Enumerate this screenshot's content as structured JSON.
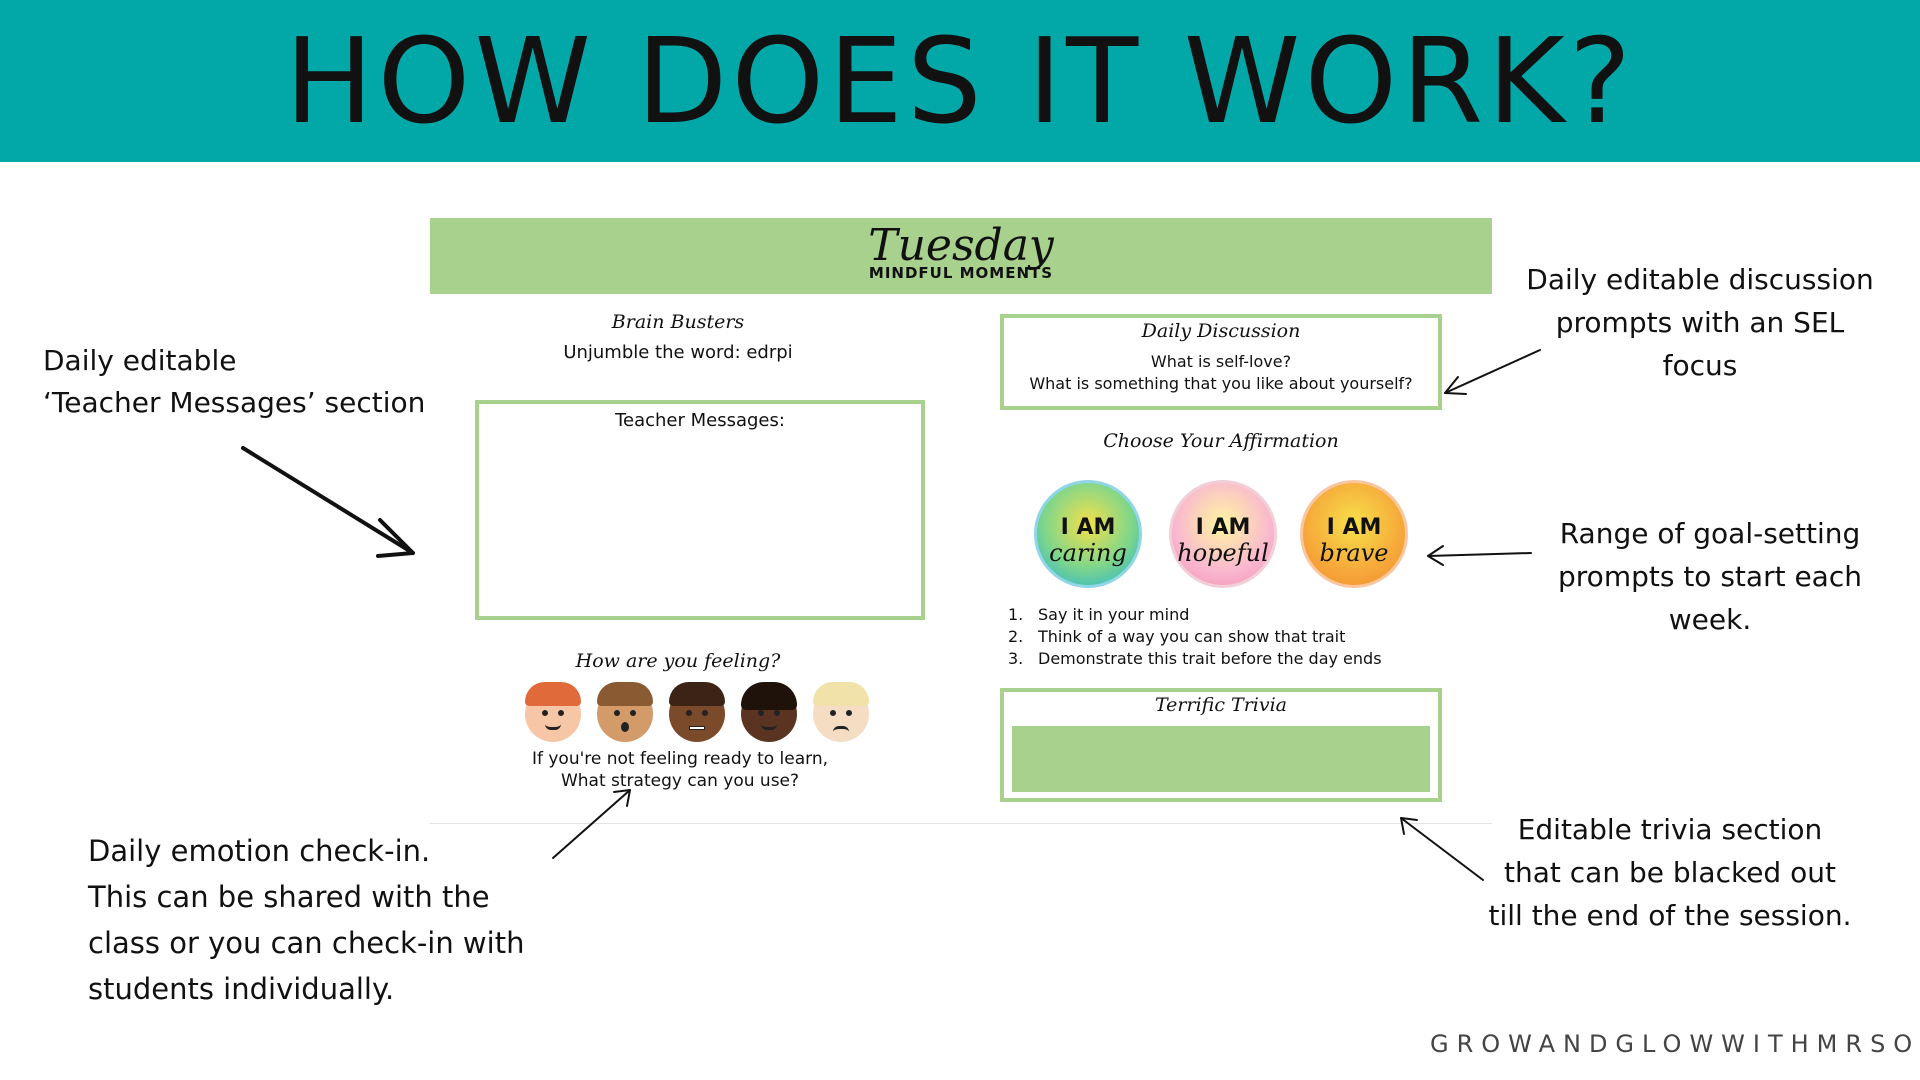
{
  "banner": {
    "title": "HOW DOES IT WORK?",
    "color": "#02a8a8"
  },
  "slide": {
    "day": "Tuesday",
    "subtitle": "MINDFUL MOMENTS",
    "accent": "#a8d18d",
    "brain_busters": {
      "title": "Brain Busters",
      "text": "Unjumble the word: edrpi"
    },
    "teacher_messages": {
      "label": "Teacher Messages:"
    },
    "feeling": {
      "title": "How are you feeling?",
      "faces": [
        "happy-face-icon",
        "surprised-face-icon",
        "worried-face-icon",
        "smiling-face-icon",
        "sad-face-icon"
      ],
      "strategy_line1": "If you're not feeling ready to learn,",
      "strategy_line2": "What strategy can you use?"
    },
    "discussion": {
      "title": "Daily Discussion",
      "q1": "What is self-love?",
      "q2": "What is something that you like about yourself?"
    },
    "affirmation": {
      "title": "Choose Your Affirmation",
      "badges": [
        {
          "top": "I AM",
          "word": "caring"
        },
        {
          "top": "I AM",
          "word": "hopeful"
        },
        {
          "top": "I AM",
          "word": "brave"
        }
      ],
      "steps": [
        {
          "num": "1.",
          "text": "Say it in your mind"
        },
        {
          "num": "2.",
          "text": "Think of a way you can show that trait"
        },
        {
          "num": "3.",
          "text": "Demonstrate this trait before the day ends"
        }
      ]
    },
    "trivia": {
      "title": "Terrific Trivia"
    }
  },
  "annotations": {
    "teacher_messages": {
      "line1": "Daily editable",
      "line2": "‘Teacher Messages’ section"
    },
    "discussion": {
      "line1": "Daily editable discussion",
      "line2": "prompts with an SEL",
      "line3": "focus"
    },
    "range": {
      "line1": "Range of goal-setting",
      "line2": "prompts to start each",
      "line3": "week."
    },
    "emotion": {
      "line1": "Daily emotion check-in.",
      "line2": "This can be shared with the",
      "line3": "class or you can check-in with",
      "line4": "students individually."
    },
    "trivia": {
      "line1": "Editable trivia section",
      "line2": "that can be blacked out",
      "line3": "till the end of the session."
    }
  },
  "footer": "GROWANDGLOWWITHMRSO"
}
